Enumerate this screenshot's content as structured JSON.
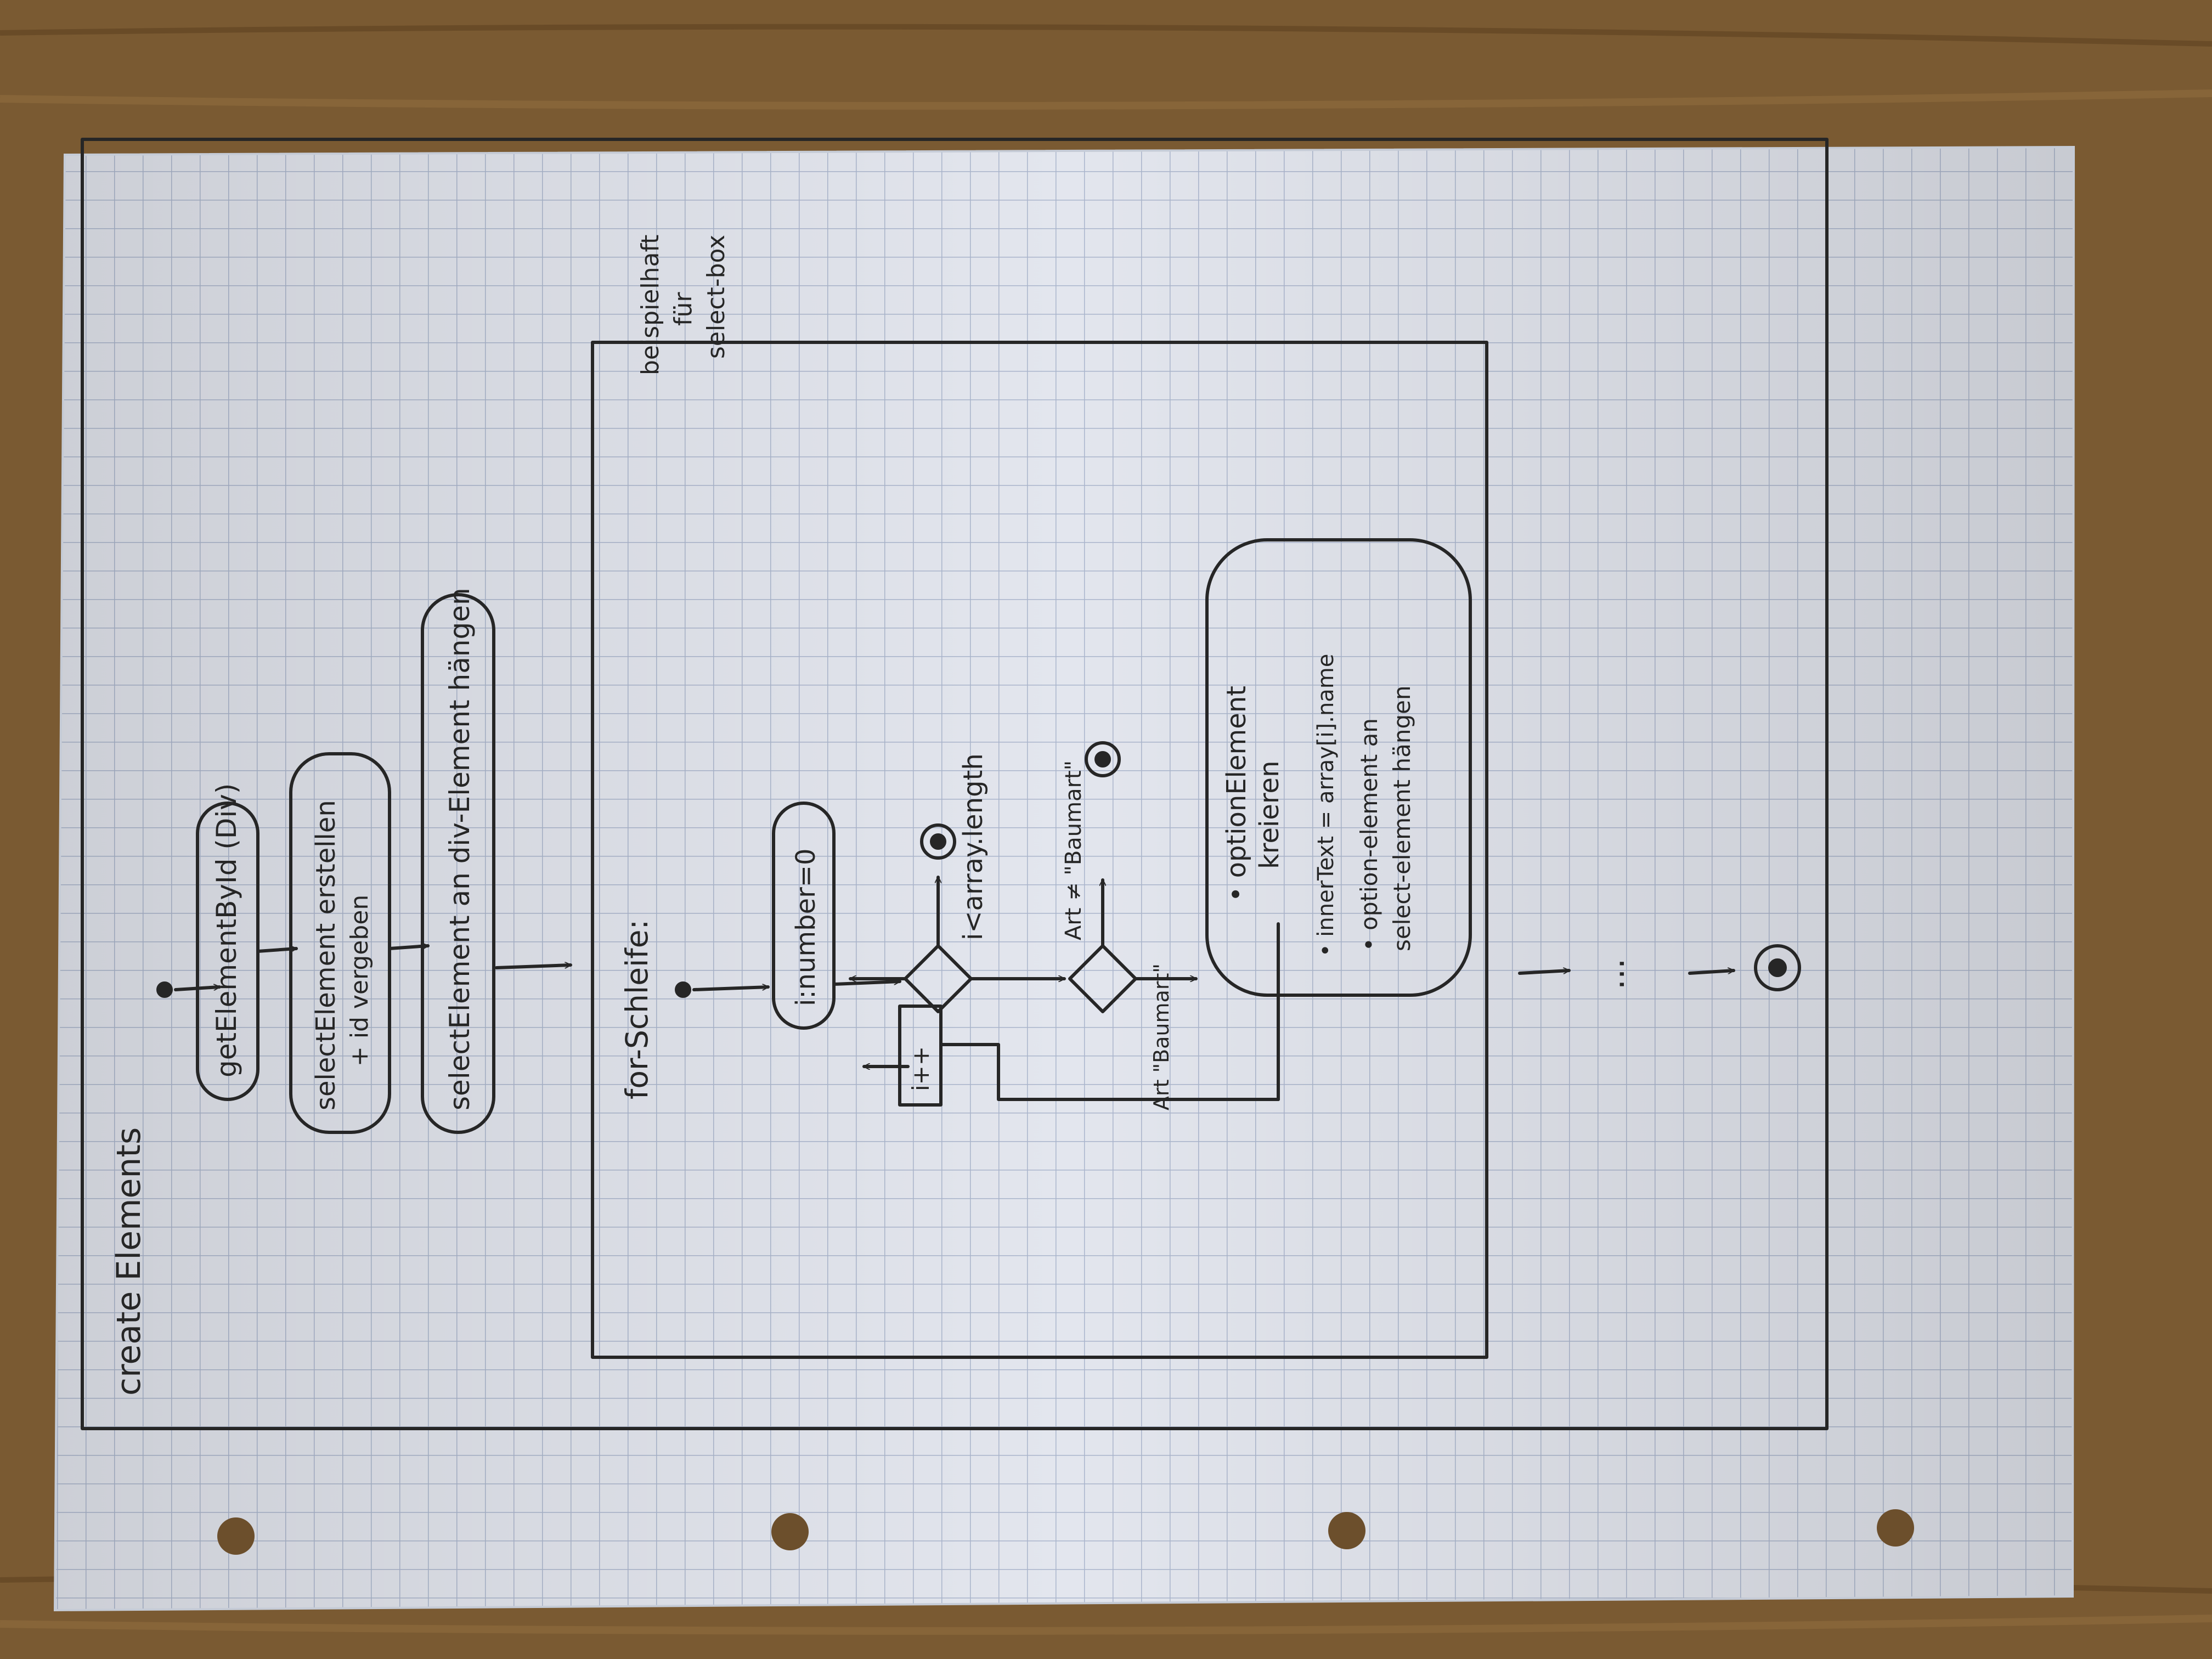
{
  "diagram": {
    "title": "create Elements",
    "note": [
      "beispielhaft",
      "für",
      "select-box"
    ],
    "actions": {
      "get_element": "getElementById (Div)",
      "select_create": [
        "selectElement erstellen",
        "+ id vergeben"
      ],
      "select_append": "selectElement an div-Element hängen",
      "option_create": [
        "• optionElement",
        "kreieren",
        "• innerText = array[i].name",
        "• option-element an",
        "select-element hängen"
      ]
    },
    "loop": {
      "label": "for-Schleife:",
      "init": "i:number=0",
      "increment": "i++",
      "guard_exit": "i<array.length",
      "guard_filter_true": "Art ≠ \"Baumart\"",
      "guard_filter_false": "Art \"Baumart\""
    },
    "ellipsis": "..."
  },
  "colors": {
    "paper": "#e3e6ee",
    "grid": "#aab5cc",
    "ink": "#262626",
    "wood": "#7a5a32"
  }
}
